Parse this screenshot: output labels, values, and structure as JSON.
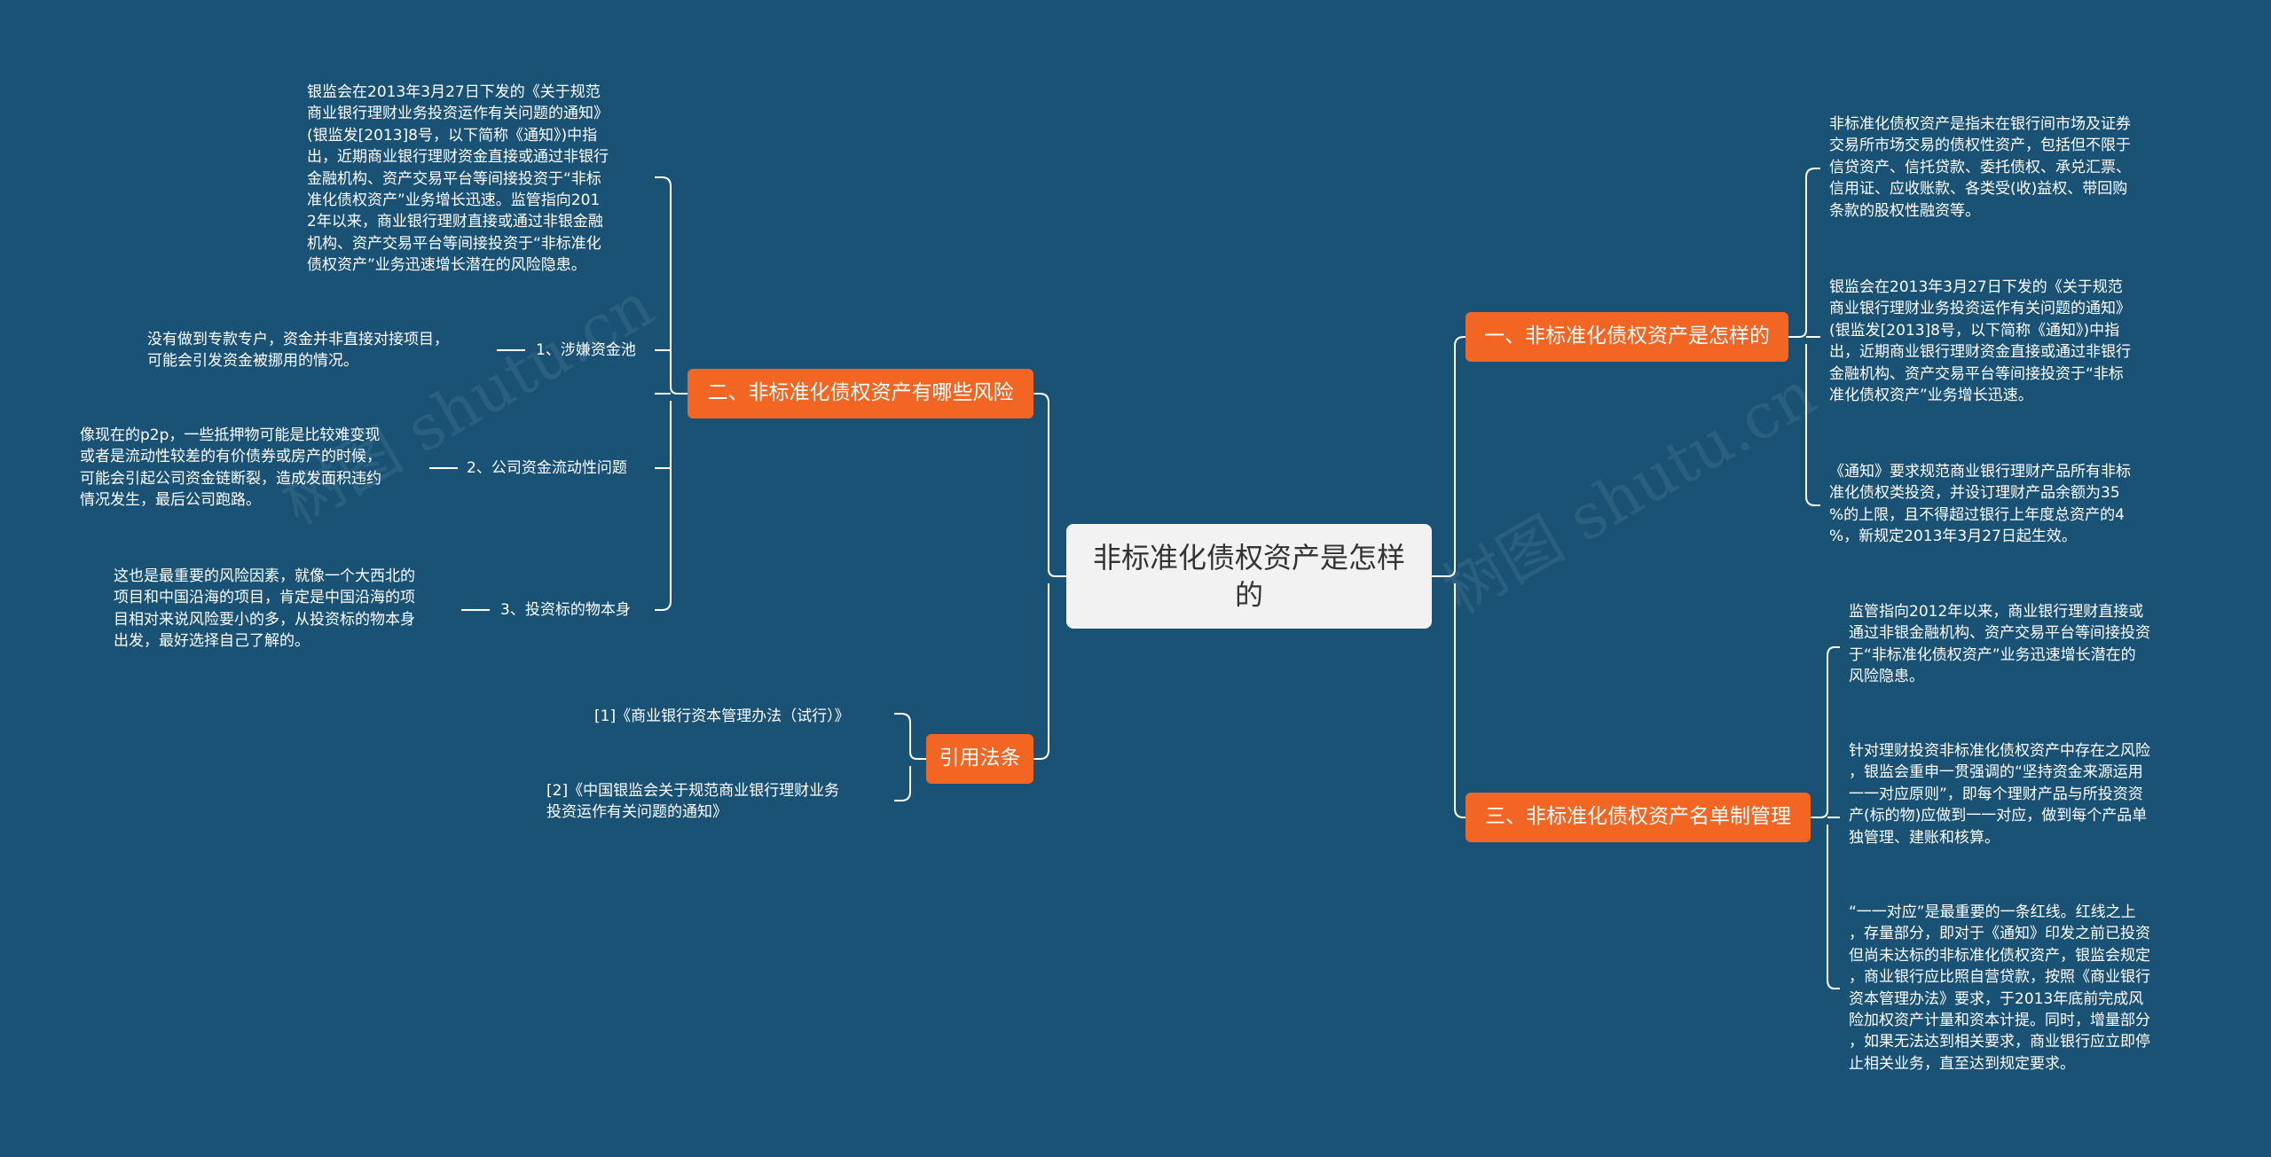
{
  "root": {
    "title": "非标准化债权资产是怎样的"
  },
  "watermark": "树图 shutu.cn",
  "branches": {
    "r1": {
      "label": "一、非标准化债权资产是怎样的"
    },
    "r2": {
      "label": "三、非标准化债权资产名单制管理"
    },
    "l1": {
      "label": "二、非标准化债权资产有哪些风险"
    },
    "l2": {
      "label": "引用法条"
    }
  },
  "leaves": {
    "r1_a": "非标准化债权资产是指未在银行间市场及证券\n交易所市场交易的债权性资产，包括但不限于\n信贷资产、信托贷款、委托债权、承兑汇票、\n信用证、应收账款、各类受(收)益权、带回购\n条款的股权性融资等。",
    "r1_b": "银监会在2013年3月27日下发的《关于规范\n商业银行理财业务投资运作有关问题的通知》\n(银监发[2013]8号，以下简称《通知》)中指\n出，近期商业银行理财资金直接或通过非银行\n金融机构、资产交易平台等间接投资于“非标\n准化债权资产”业务增长迅速。",
    "r1_c": "《通知》要求规范商业银行理财产品所有非标\n准化债权类投资，并设订理财产品余额为35\n%的上限，且不得超过银行上年度总资产的4\n%，新规定2013年3月27日起生效。",
    "r2_a": "监管指向2012年以来，商业银行理财直接或\n通过非银金融机构、资产交易平台等间接投资\n于“非标准化债权资产”业务迅速增长潜在的\n风险隐患。",
    "r2_b": "针对理财投资非标准化债权资产中存在之风险\n，银监会重申一贯强调的“坚持资金来源运用\n一一对应原则”，即每个理财产品与所投资资\n产(标的物)应做到一一对应，做到每个产品单\n独管理、建账和核算。",
    "r2_c": "“一一对应”是最重要的一条红线。红线之上\n，存量部分，即对于《通知》印发之前已投资\n但尚未达标的非标准化债权资产，银监会规定\n，商业银行应比照自营贷款，按照《商业银行\n资本管理办法》要求，于2013年底前完成风\n险加权资产计量和资本计提。同时，增量部分\n，如果无法达到相关要求，商业银行应立即停\n止相关业务，直至达到规定要求。",
    "l1_top": "银监会在2013年3月27日下发的《关于规范\n商业银行理财业务投资运作有关问题的通知》\n(银监发[2013]8号，以下简称《通知》)中指\n出，近期商业银行理财资金直接或通过非银行\n金融机构、资产交易平台等间接投资于“非标\n准化债权资产”业务增长迅速。监管指向201\n2年以来，商业银行理财直接或通过非银金融\n机构、资产交易平台等间接投资于“非标准化\n债权资产”业务迅速增长潜在的风险隐患。",
    "l1_1_label": "1、涉嫌资金池",
    "l1_1_text": "没有做到专款专户，资金并非直接对接项目，\n可能会引发资金被挪用的情况。",
    "l1_2_label": "2、公司资金流动性问题",
    "l1_2_text": "像现在的p2p，一些抵押物可能是比较难变现\n或者是流动性较差的有价债券或房产的时候，\n可能会引起公司资金链断裂，造成发面积违约\n情况发生，最后公司跑路。",
    "l1_3_label": "3、投资标的物本身",
    "l1_3_text": "这也是最重要的风险因素，就像一个大西北的\n项目和中国沿海的项目，肯定是中国沿海的项\n目相对来说风险要小的多，从投资标的物本身\n出发，最好选择自己了解的。",
    "l2_a": "[1]《商业银行资本管理办法（试行）》",
    "l2_b": "[2]《中国银监会关于规范商业银行理财业务\n投资运作有关问题的通知》"
  }
}
